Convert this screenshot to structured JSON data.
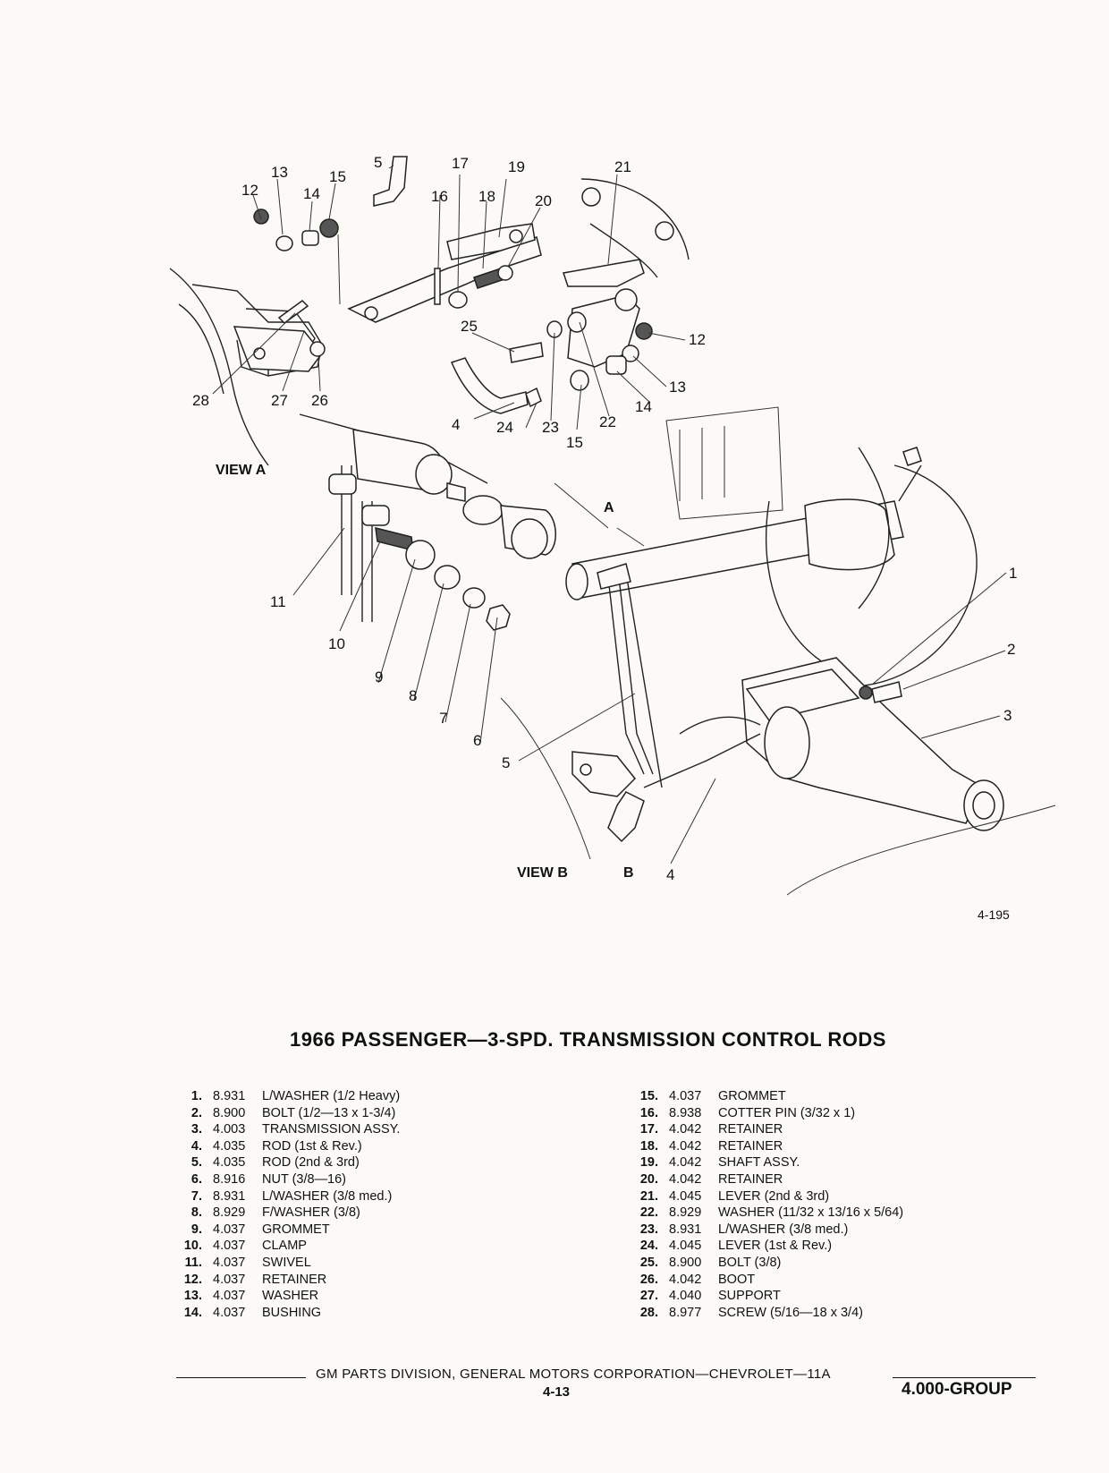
{
  "figure": {
    "view_a_label": "VIEW A",
    "view_b_label": "VIEW B",
    "marker_a": "A",
    "marker_b": "B",
    "figure_id": "4-195",
    "callouts": {
      "c1": "1",
      "c2": "2",
      "c3": "3",
      "c4": "4",
      "c4b": "4",
      "c5": "5",
      "c5b": "5",
      "c6": "6",
      "c7": "7",
      "c8": "8",
      "c9": "9",
      "c10": "10",
      "c11": "11",
      "c12": "12",
      "c12b": "12",
      "c13": "13",
      "c13b": "13",
      "c14": "14",
      "c14b": "14",
      "c15": "15",
      "c15b": "15",
      "c16": "16",
      "c17": "17",
      "c18": "18",
      "c19": "19",
      "c20": "20",
      "c21": "21",
      "c22": "22",
      "c23": "23",
      "c24": "24",
      "c25": "25",
      "c26": "26",
      "c27": "27",
      "c28": "28"
    }
  },
  "title": "1966 PASSENGER—3-SPD. TRANSMISSION CONTROL RODS",
  "parts_left": [
    {
      "num": "1.",
      "code": "8.931",
      "desc": "L/WASHER (1/2 Heavy)"
    },
    {
      "num": "2.",
      "code": "8.900",
      "desc": "BOLT (1/2—13 x 1-3/4)"
    },
    {
      "num": "3.",
      "code": "4.003",
      "desc": "TRANSMISSION ASSY."
    },
    {
      "num": "4.",
      "code": "4.035",
      "desc": "ROD (1st & Rev.)"
    },
    {
      "num": "5.",
      "code": "4.035",
      "desc": "ROD (2nd & 3rd)"
    },
    {
      "num": "6.",
      "code": "8.916",
      "desc": "NUT (3/8—16)"
    },
    {
      "num": "7.",
      "code": "8.931",
      "desc": "L/WASHER (3/8 med.)"
    },
    {
      "num": "8.",
      "code": "8.929",
      "desc": "F/WASHER (3/8)"
    },
    {
      "num": "9.",
      "code": "4.037",
      "desc": "GROMMET"
    },
    {
      "num": "10.",
      "code": "4.037",
      "desc": "CLAMP"
    },
    {
      "num": "11.",
      "code": "4.037",
      "desc": "SWIVEL"
    },
    {
      "num": "12.",
      "code": "4.037",
      "desc": "RETAINER"
    },
    {
      "num": "13.",
      "code": "4.037",
      "desc": "WASHER"
    },
    {
      "num": "14.",
      "code": "4.037",
      "desc": "BUSHING"
    }
  ],
  "parts_right": [
    {
      "num": "15.",
      "code": "4.037",
      "desc": "GROMMET"
    },
    {
      "num": "16.",
      "code": "8.938",
      "desc": "COTTER PIN (3/32 x 1)"
    },
    {
      "num": "17.",
      "code": "4.042",
      "desc": "RETAINER"
    },
    {
      "num": "18.",
      "code": "4.042",
      "desc": "RETAINER"
    },
    {
      "num": "19.",
      "code": "4.042",
      "desc": "SHAFT ASSY."
    },
    {
      "num": "20.",
      "code": "4.042",
      "desc": "RETAINER"
    },
    {
      "num": "21.",
      "code": "4.045",
      "desc": "LEVER (2nd & 3rd)"
    },
    {
      "num": "22.",
      "code": "8.929",
      "desc": "WASHER (11/32 x 13/16 x 5/64)"
    },
    {
      "num": "23.",
      "code": "8.931",
      "desc": "L/WASHER (3/8 med.)"
    },
    {
      "num": "24.",
      "code": "4.045",
      "desc": "LEVER (1st & Rev.)"
    },
    {
      "num": "25.",
      "code": "8.900",
      "desc": "BOLT (3/8)"
    },
    {
      "num": "26.",
      "code": "4.042",
      "desc": "BOOT"
    },
    {
      "num": "27.",
      "code": "4.040",
      "desc": "SUPPORT"
    },
    {
      "num": "28.",
      "code": "8.977",
      "desc": "SCREW (5/16—18 x 3/4)"
    }
  ],
  "footer": {
    "text": "GM PARTS DIVISION, GENERAL MOTORS CORPORATION—CHEVROLET—11A",
    "page": "4-13",
    "group": "4.000-GROUP"
  }
}
